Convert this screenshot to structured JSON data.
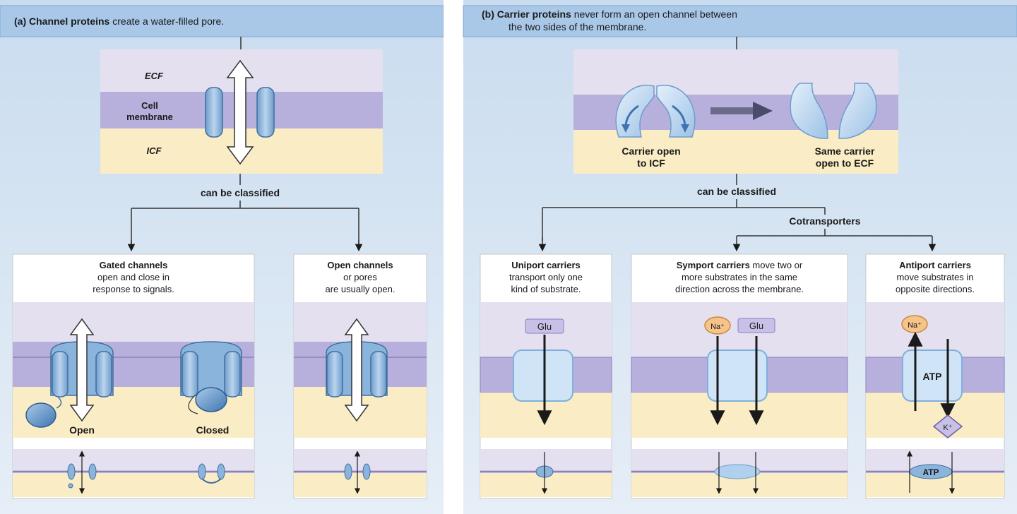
{
  "panel_a": {
    "title_bold": "(a) Channel proteins",
    "title_rest": " create a water-filled pore.",
    "diagram": {
      "ecf": "ECF",
      "cell_membrane_1": "Cell",
      "cell_membrane_2": "membrane",
      "icf": "ICF"
    },
    "classified": "can be classified",
    "gated": {
      "title": "Gated channels",
      "line2": "open and close in",
      "line3": "response to signals.",
      "open_label": "Open",
      "closed_label": "Closed"
    },
    "open_channels": {
      "title": "Open channels",
      "line2": "or pores",
      "line3": "are usually open."
    }
  },
  "panel_b": {
    "title_bold": "(b) Carrier proteins",
    "title_rest": " never form an open channel between",
    "title_line2": "the two sides of the membrane.",
    "diagram": {
      "left_1": "Carrier open",
      "left_2": "to ICF",
      "right_1": "Same carrier",
      "right_2": "open to ECF"
    },
    "classified": "can be classified",
    "cotransporters": "Cotransporters",
    "uniport": {
      "title": "Uniport carriers",
      "line2": "transport only one",
      "line3": "kind of substrate.",
      "glu": "Glu"
    },
    "symport": {
      "title": "Symport carriers",
      "title_rest": " move two or",
      "line2": "more substrates in the same",
      "line3": "direction across the membrane.",
      "na": "Na⁺",
      "glu": "Glu"
    },
    "antiport": {
      "title": "Antiport carriers",
      "line2": "move substrates in",
      "line3": "opposite directions.",
      "na": "Na⁺",
      "atp": "ATP",
      "k": "K⁺",
      "atp_small": "ATP"
    }
  },
  "colors": {
    "background_blue": "#cfdff0",
    "header_blue": "#a9c8e8",
    "ecf_lavender": "#e4e0f0",
    "membrane_purple": "#b8b0dc",
    "icf_yellow": "#faecc4",
    "protein_blue": "#8ab4dc",
    "carrier_light": "#cfe4f6"
  }
}
